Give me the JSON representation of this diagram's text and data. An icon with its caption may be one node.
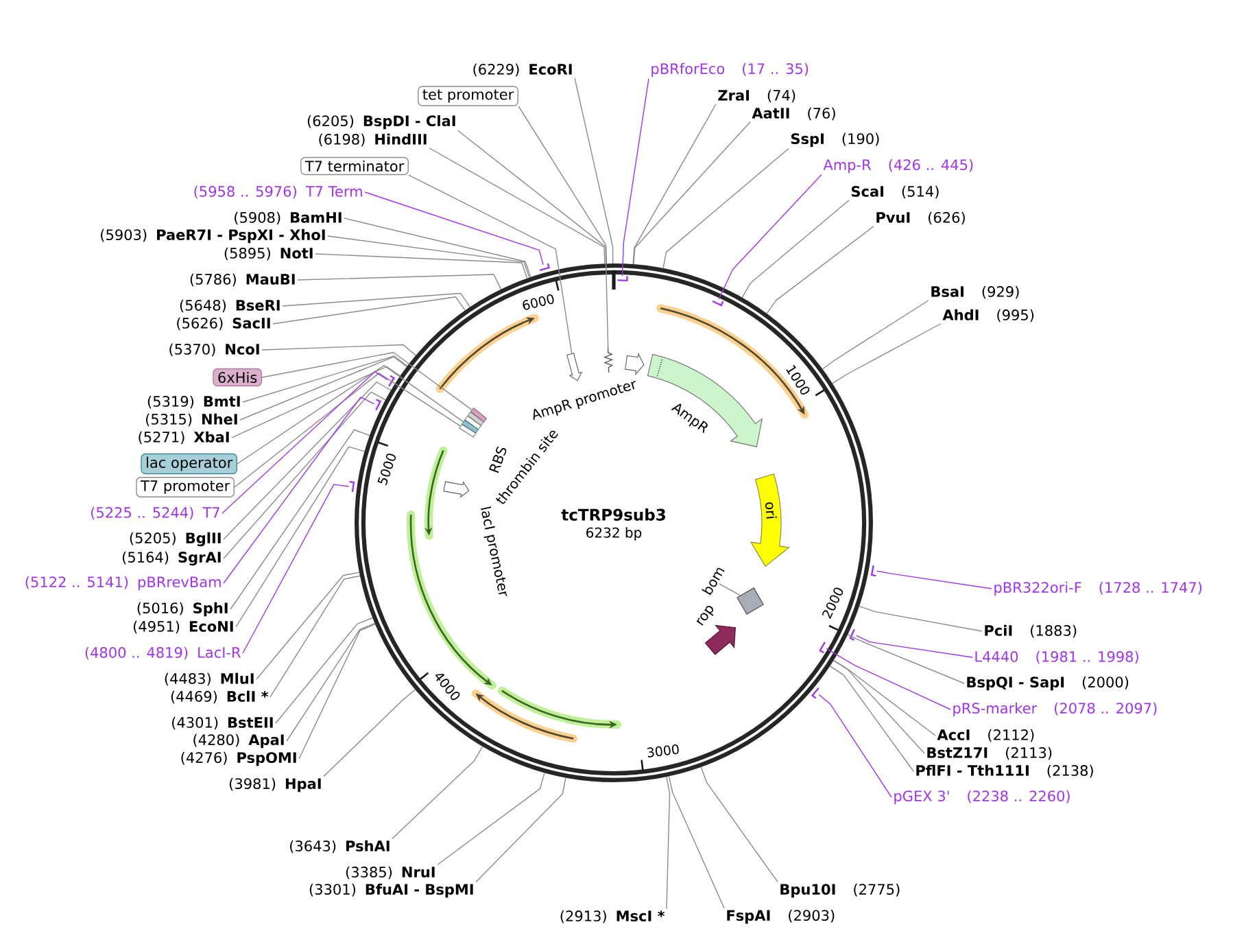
{
  "diagram": {
    "nodes": [
      {
        "text": [
          "tcTRP9sub3",
          "6232 bp"
        ]
      },
      {
        "text": [
          "(6229)",
          "EcoRI"
        ]
      },
      {
        "text": [
          "tet promoter"
        ]
      },
      {
        "text": [
          "(6205)",
          "BspDI - ClaI"
        ]
      },
      {
        "text": [
          "(6198)",
          "HindIII"
        ]
      },
      {
        "text": [
          "T7 terminator"
        ]
      },
      {
        "text": [
          "(5958 .. 5976)",
          "T7 Term"
        ]
      },
      {
        "text": [
          "(5908)",
          "BamHI"
        ]
      },
      {
        "text": [
          "(5903)",
          "PaeR7I - PspXI - XhoI"
        ]
      },
      {
        "text": [
          "(5895)",
          "NotI"
        ]
      },
      {
        "text": [
          "(5786)",
          "MauBI"
        ]
      },
      {
        "text": [
          "(5648)",
          "BseRI"
        ]
      },
      {
        "text": [
          "(5626)",
          "SacII"
        ]
      },
      {
        "text": [
          "(5370)",
          "NcoI"
        ]
      },
      {
        "text": [
          "6xHis"
        ]
      },
      {
        "text": [
          "(5319)",
          "BmtI"
        ]
      },
      {
        "text": [
          "(5315)",
          "NheI"
        ]
      },
      {
        "text": [
          "(5271)",
          "XbaI"
        ]
      },
      {
        "text": [
          "lac operator"
        ]
      },
      {
        "text": [
          "T7 promoter"
        ]
      },
      {
        "text": [
          "(5225 .. 5244)",
          "T7"
        ]
      },
      {
        "text": [
          "(5205)",
          "BglII"
        ]
      },
      {
        "text": [
          "(5164)",
          "SgrAI"
        ]
      },
      {
        "text": [
          "(5122 .. 5141)",
          "pBRrevBam"
        ]
      },
      {
        "text": [
          "(5016)",
          "SphI"
        ]
      },
      {
        "text": [
          "(4951)",
          "EcoNI"
        ]
      },
      {
        "text": [
          "(4800 .. 4819)",
          "LacI-R"
        ]
      },
      {
        "text": [
          "(4483)",
          "MluI"
        ]
      },
      {
        "text": [
          "(4469)",
          "BclI *"
        ]
      },
      {
        "text": [
          "(4301)",
          "BstEII"
        ]
      },
      {
        "text": [
          "(4280)",
          "ApaI"
        ]
      },
      {
        "text": [
          "(4276)",
          "PspOMI"
        ]
      },
      {
        "text": [
          "(3981)",
          "HpaI"
        ]
      },
      {
        "text": [
          "(3643)",
          "PshAI"
        ]
      },
      {
        "text": [
          "(3385)",
          "NruI"
        ]
      },
      {
        "text": [
          "(3301)",
          "BfuAI - BspMI"
        ]
      },
      {
        "text": [
          "(2913)",
          "MscI *"
        ]
      },
      {
        "text": [
          "pBRforEco",
          "(17 .. 35)"
        ]
      },
      {
        "text": [
          "ZraI",
          "(74)"
        ]
      },
      {
        "text": [
          "AatII",
          "(76)"
        ]
      },
      {
        "text": [
          "SspI",
          "(190)"
        ]
      },
      {
        "text": [
          "Amp-R",
          "(426 .. 445)"
        ]
      },
      {
        "text": [
          "ScaI",
          "(514)"
        ]
      },
      {
        "text": [
          "PvuI",
          "(626)"
        ]
      },
      {
        "text": [
          "BsaI",
          "(929)"
        ]
      },
      {
        "text": [
          "AhdI",
          "(995)"
        ]
      },
      {
        "text": [
          "pBR322ori-F",
          "(1728 .. 1747)"
        ]
      },
      {
        "text": [
          "PciI",
          "(1883)"
        ]
      },
      {
        "text": [
          "L4440",
          "(1981 .. 1998)"
        ]
      },
      {
        "text": [
          "BspQI - SapI",
          "(2000)"
        ]
      },
      {
        "text": [
          "pRS-marker",
          "(2078 .. 2097)"
        ]
      },
      {
        "text": [
          "AccI",
          "(2112)"
        ]
      },
      {
        "text": [
          "BstZ17I",
          "(2113)"
        ]
      },
      {
        "text": [
          "PflFI - Tth111I",
          "(2138)"
        ]
      },
      {
        "text": [
          "pGEX 3'",
          "(2238 .. 2260)"
        ]
      },
      {
        "text": [
          "Bpu10I",
          "(2775)"
        ]
      },
      {
        "text": [
          "FspAI",
          "(2903)"
        ]
      },
      {
        "text": [],
        "shape": "zigzag",
        "in": 0
      },
      {
        "text": [],
        "shape": "arrow",
        "in": 0
      },
      {
        "text": [
          "AmpR promoter"
        ],
        "in": 0
      },
      {
        "text": [
          "AmpR"
        ],
        "in": 0
      },
      {
        "text": [],
        "shape": "arrow",
        "in": 0
      },
      {
        "text": [],
        "shape": "arrow",
        "in": 0
      },
      {
        "text": [],
        "shape": "bar",
        "in": 0
      },
      {
        "text": [
          "thrombin site"
        ],
        "in": 0
      },
      {
        "text": [
          "RBS"
        ],
        "in": 0
      },
      {
        "text": [],
        "shape": "bar",
        "in": 0
      },
      {
        "text": [],
        "shape": "bar",
        "in": 0
      },
      {
        "text": [
          "lacI promoter"
        ],
        "in": 0
      },
      {
        "text": [
          "ori"
        ],
        "in": 0
      },
      {
        "text": [],
        "shape": "arrow",
        "in": 0
      },
      {
        "text": [],
        "shape": "arrow",
        "in": 0
      },
      {
        "text": [
          "bom"
        ],
        "in": 0
      },
      {
        "text": [],
        "shape": "box",
        "in": 0
      },
      {
        "text": [
          "rop"
        ],
        "in": 0
      },
      {
        "text": [],
        "shape": "arrow",
        "in": 0
      },
      {
        "text": [],
        "shape": "arrow",
        "in": 0
      },
      {
        "text": [],
        "shape": "bracket"
      },
      {
        "text": [],
        "shape": "bracket",
        "in": 0
      },
      {
        "text": [],
        "shape": "bracket",
        "in": 0
      },
      {
        "text": [],
        "shape": "bracket"
      },
      {
        "text": [],
        "shape": "bracket"
      },
      {
        "text": [],
        "shape": "bracket"
      },
      {
        "text": [],
        "shape": "bracket"
      },
      {
        "text": [],
        "shape": "bracket"
      },
      {
        "text": [],
        "shape": "bracket",
        "in": 0
      },
      {
        "text": [],
        "shape": "bracket"
      }
    ],
    "edges": [
      {
        "from": 1,
        "to": 0,
        "arrow": "none"
      },
      {
        "from": 2,
        "to": 57,
        "arrow": "none"
      },
      {
        "from": 3,
        "to": 0,
        "arrow": "none"
      },
      {
        "from": 4,
        "to": 0,
        "arrow": "none"
      },
      {
        "from": 5,
        "to": 58,
        "arrow": "none"
      },
      {
        "from": 6,
        "to": 77,
        "arrow": "none",
        "color": "#a134ef"
      },
      {
        "from": 7,
        "to": 0,
        "arrow": "none"
      },
      {
        "from": 8,
        "to": 0,
        "arrow": "none"
      },
      {
        "from": 9,
        "to": 0,
        "arrow": "none"
      },
      {
        "from": 10,
        "to": 0,
        "arrow": "none"
      },
      {
        "from": 11,
        "to": 0,
        "arrow": "none"
      },
      {
        "from": 12,
        "to": 0,
        "arrow": "none"
      },
      {
        "from": 13,
        "to": 0,
        "arrow": "none"
      },
      {
        "from": 14,
        "to": 63,
        "arrow": "none"
      },
      {
        "from": 15,
        "to": 0,
        "arrow": "none"
      },
      {
        "from": 16,
        "to": 0,
        "arrow": "none"
      },
      {
        "from": 17,
        "to": 0,
        "arrow": "none"
      },
      {
        "from": 18,
        "to": 66,
        "arrow": "none"
      },
      {
        "from": 19,
        "to": 67,
        "arrow": "none"
      },
      {
        "from": 20,
        "to": 80,
        "arrow": "none",
        "color": "#a134ef"
      },
      {
        "from": 21,
        "to": 0,
        "arrow": "none"
      },
      {
        "from": 22,
        "to": 0,
        "arrow": "none"
      },
      {
        "from": 23,
        "to": 81,
        "arrow": "none",
        "color": "#a134ef"
      },
      {
        "from": 24,
        "to": 0,
        "arrow": "none"
      },
      {
        "from": 25,
        "to": 0,
        "arrow": "none"
      },
      {
        "from": 26,
        "to": 82,
        "arrow": "none",
        "color": "#a134ef"
      },
      {
        "from": 27,
        "to": 0,
        "arrow": "none"
      },
      {
        "from": 28,
        "to": 0,
        "arrow": "none"
      },
      {
        "from": 29,
        "to": 0,
        "arrow": "none"
      },
      {
        "from": 30,
        "to": 0,
        "arrow": "none"
      },
      {
        "from": 31,
        "to": 0,
        "arrow": "none"
      },
      {
        "from": 32,
        "to": 0,
        "arrow": "none"
      },
      {
        "from": 33,
        "to": 0,
        "arrow": "none"
      },
      {
        "from": 34,
        "to": 0,
        "arrow": "none"
      },
      {
        "from": 35,
        "to": 0,
        "arrow": "none"
      },
      {
        "from": 36,
        "to": 0,
        "arrow": "none"
      },
      {
        "from": 37,
        "to": 78,
        "arrow": "none",
        "color": "#a134ef"
      },
      {
        "from": 38,
        "to": 0,
        "arrow": "none"
      },
      {
        "from": 39,
        "to": 0,
        "arrow": "none"
      },
      {
        "from": 40,
        "to": 0,
        "arrow": "none"
      },
      {
        "from": 41,
        "to": 79,
        "arrow": "none",
        "color": "#a134ef"
      },
      {
        "from": 42,
        "to": 0,
        "arrow": "none"
      },
      {
        "from": 43,
        "to": 0,
        "arrow": "none"
      },
      {
        "from": 44,
        "to": 0,
        "arrow": "none"
      },
      {
        "from": 45,
        "to": 0,
        "arrow": "none"
      },
      {
        "from": 46,
        "to": 83,
        "arrow": "none",
        "color": "#a134ef"
      },
      {
        "from": 47,
        "to": 0,
        "arrow": "none"
      },
      {
        "from": 48,
        "to": 84,
        "arrow": "none",
        "color": "#a134ef"
      },
      {
        "from": 49,
        "to": 0,
        "arrow": "none"
      },
      {
        "from": 50,
        "to": 85,
        "arrow": "none",
        "color": "#a134ef"
      },
      {
        "from": 51,
        "to": 0,
        "arrow": "none"
      },
      {
        "from": 52,
        "to": 0,
        "arrow": "none"
      },
      {
        "from": 53,
        "to": 0,
        "arrow": "none"
      },
      {
        "from": 54,
        "to": 86,
        "arrow": "none",
        "color": "#a134ef"
      },
      {
        "from": 55,
        "to": 0,
        "arrow": "none"
      },
      {
        "from": 56,
        "to": 0,
        "arrow": "none"
      },
      {
        "from": 72,
        "to": 73,
        "arrow": "none"
      }
    ],
    "labels": [
      "6000",
      "1000",
      "5000",
      "2000",
      "4000",
      "3000"
    ]
  }
}
